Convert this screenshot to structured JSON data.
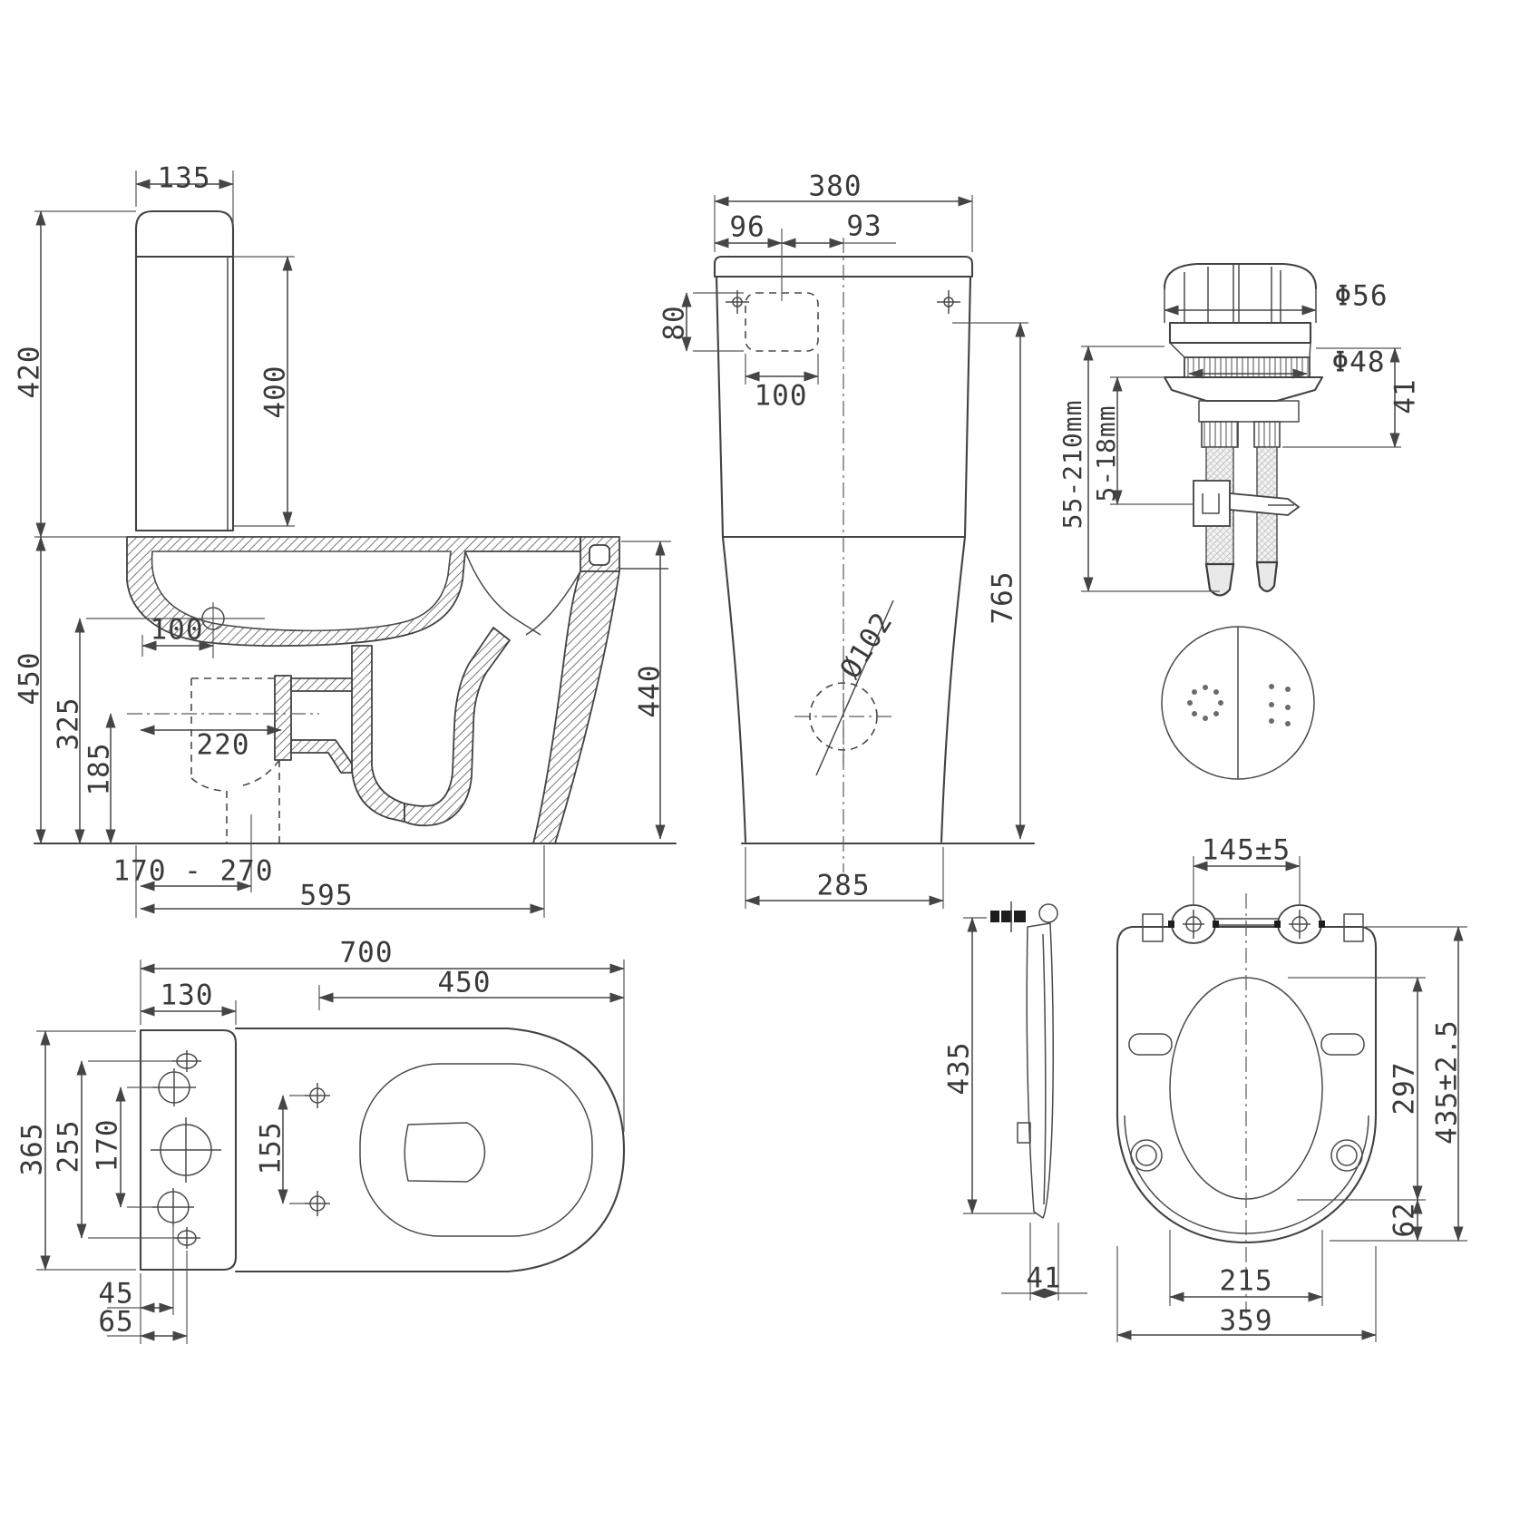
{
  "drawing": {
    "type": "technical-dimension-drawing",
    "subject": "close-coupled toilet suite with cistern, flush valve and soft-close seat",
    "units": "mm",
    "colors": {
      "background": "#ffffff",
      "line": "#454545",
      "text": "#3a3a3a"
    }
  },
  "views": {
    "side_section": {
      "name": "side section view",
      "dims": {
        "tank_width": "135",
        "tank_height_overall": "420",
        "tank_body_height": "400",
        "rim_height": "450",
        "fixing_offset": "100",
        "outlet_height_a": "325",
        "outlet_height_b": "185",
        "outlet_depth": "220",
        "outlet_range": "170 - 270",
        "overall_depth": "595",
        "pan_height": "440"
      }
    },
    "front_view": {
      "name": "front view",
      "dims": {
        "tank_width": "380",
        "inlet_left": "96",
        "inlet_right": "93",
        "inlet_height": "80",
        "inlet_width": "100",
        "overall_height": "765",
        "base_width": "285",
        "outlet_diameter": "Ø102"
      }
    },
    "flush_valve": {
      "name": "flush valve / push button detail",
      "dims": {
        "cap_diameter": "Φ56",
        "thread_diameter": "Φ48",
        "collar_height": "41",
        "shank_length_range": "55-210mm",
        "clamp_range": "5-18mm"
      }
    },
    "plan_view": {
      "name": "plan view",
      "dims": {
        "overall_length": "700",
        "bowl_length": "450",
        "tank_depth": "130",
        "overall_width": "365",
        "fixing_span_a": "255",
        "fixing_span_b": "170",
        "seat_hole_span": "155",
        "hole_offset_a": "45",
        "hole_offset_b": "65"
      }
    },
    "seat_side": {
      "name": "seat side profile",
      "dims": {
        "length": "435",
        "thickness": "41"
      }
    },
    "seat_plan": {
      "name": "seat plan view",
      "dims": {
        "hinge_centres": "145±5",
        "opening_length": "297",
        "overall_length": "435±2.5",
        "rear_margin": "62",
        "opening_width": "215",
        "overall_width": "359"
      }
    }
  }
}
